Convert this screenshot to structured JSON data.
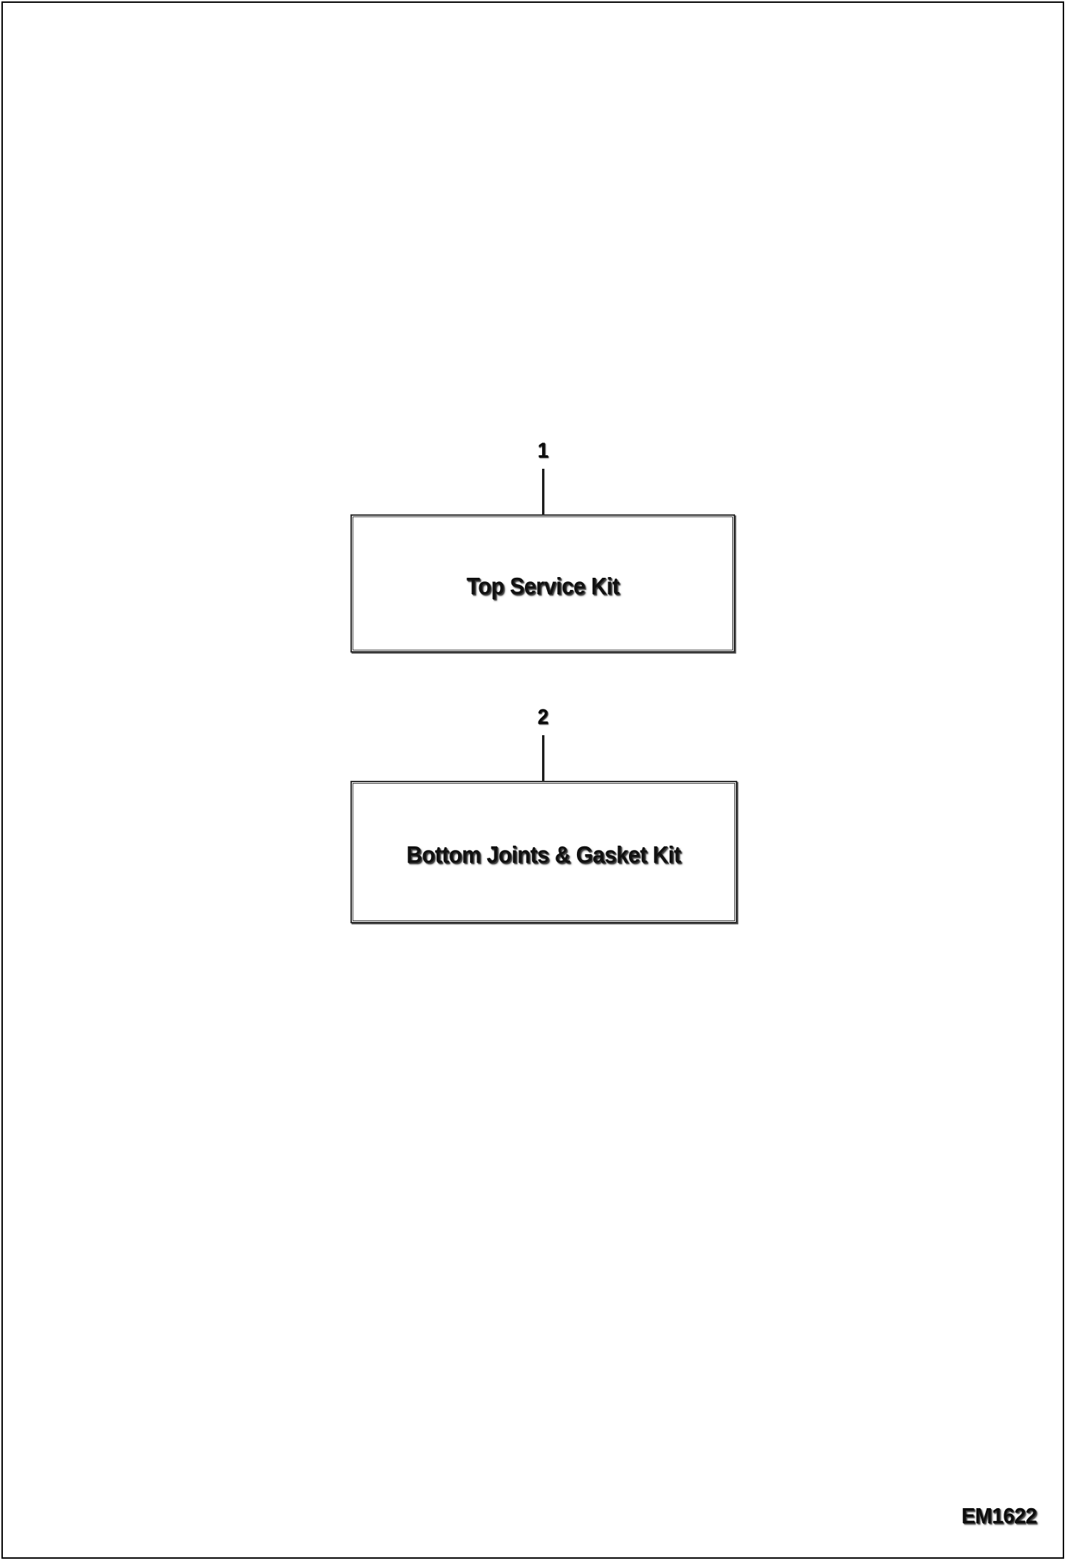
{
  "page": {
    "background_color": "#ffffff",
    "frame_color": "#000000"
  },
  "diagram": {
    "boxes": [
      {
        "callout": "1",
        "label": "Top Service Kit",
        "border_color": "#2f2f2f"
      },
      {
        "callout": "2",
        "label": "Bottom Joints & Gasket Kit",
        "border_color": "#2f2f2f"
      }
    ]
  },
  "footer": {
    "reference_code": "EM1622"
  }
}
